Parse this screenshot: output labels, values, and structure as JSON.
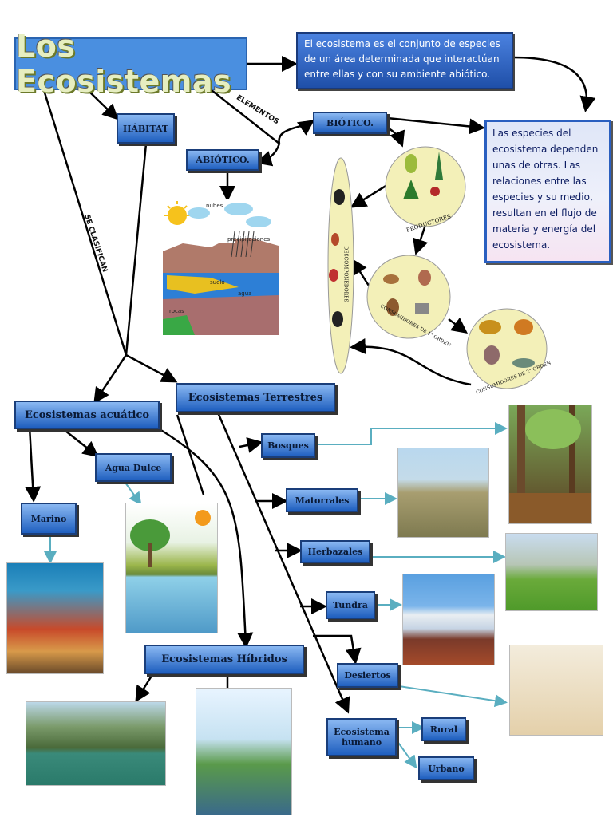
{
  "title": "Los Ecosistemas",
  "definition": "El ecosistema es el conjunto de especies de un área determinada que interactúan entre ellas y con su ambiente abiótico.",
  "dependency": "Las especies del ecosistema dependen unas de otras. Las relaciones entre las especies y su medio, resultan en el flujo de materia y energía del ecosistema.",
  "connectors": {
    "elementos": "ELEMENTOS",
    "se_clasifican": "SE CLASIFICAN"
  },
  "elements": {
    "habitat": "HÁBITAT",
    "biotico": "BIÓTICO.",
    "abiotico": "ABIÓTICO."
  },
  "abiotic_labels": {
    "nubes": "nubes",
    "precipitaciones": "precipitaciones",
    "suelo": "suelo",
    "agua": "agua",
    "rocas": "rocas"
  },
  "food_web": {
    "productores": "PRODUCTORES",
    "consumidores_1": "CONSUMIDORES DE 1° ORDEN",
    "consumidores_2": "CONSUMIDORES DE 2° ORDEN",
    "descomponedores": "DESCOMPONEDORES"
  },
  "categories": {
    "acuatico": "Ecosistemas acuático",
    "terrestres": "Ecosistemas Terrestres",
    "hibridos": "Ecosistemas Híbridos"
  },
  "aquatic": {
    "agua_dulce": "Agua Dulce",
    "marino": "Marino"
  },
  "terrestrial": {
    "bosques": "Bosques",
    "matorrales": "Matorrales",
    "herbazales": "Herbazales",
    "tundra": "Tundra",
    "desiertos": "Desiertos",
    "humano": "Ecosistema humano",
    "rural": "Rural",
    "urbano": "Urbano"
  },
  "colors": {
    "box_top": "#8ab8f2",
    "box_bottom": "#1f5fbf",
    "arrow": "#000000",
    "teal_arrow": "#5aaec0"
  }
}
